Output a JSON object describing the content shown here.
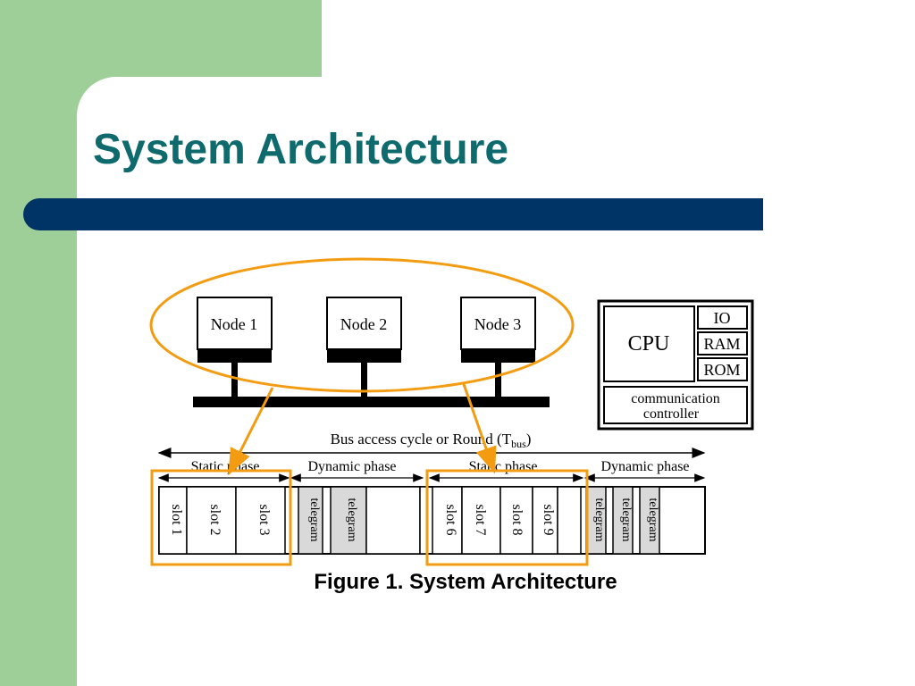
{
  "slide": {
    "title": "System Architecture",
    "colors": {
      "title": "#0e6a6c",
      "bar": "#003366",
      "panel": "#9ecf98",
      "highlight": "#f39c12"
    }
  },
  "diagram": {
    "nodes": [
      "Node 1",
      "Node 2",
      "Node 3"
    ],
    "node_detail": {
      "cpu": "CPU",
      "io": "IO",
      "ram": "RAM",
      "rom": "ROM",
      "controller_line1": "communication",
      "controller_line2": "controller"
    },
    "bus_cycle_label": "Bus access cycle or Round (T",
    "bus_cycle_subscript": "bus",
    "bus_cycle_close": ")",
    "phases": [
      "Static phase",
      "Dynamic phase",
      "Static phase",
      "Dynamic phase"
    ],
    "slots_group_1": [
      "slot 1",
      "slot 2",
      "slot 3"
    ],
    "slots_group_2": [
      "slot 6",
      "slot 7",
      "slot 8",
      "slot 9"
    ],
    "telegram": "telegram",
    "caption": "Figure 1. System Architecture"
  }
}
